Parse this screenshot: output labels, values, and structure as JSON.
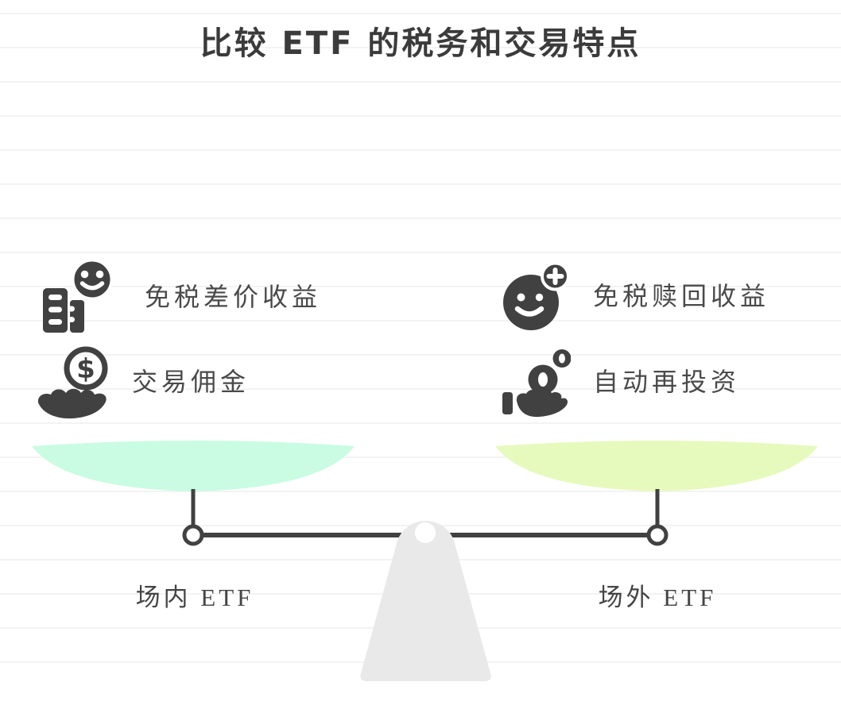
{
  "title": "比较 ETF 的税务和交易特点",
  "left_pan": {
    "label": "场内 ETF",
    "color": "#c9fce3",
    "items": [
      {
        "icon": "building-smiley-icon",
        "label": "免税差价收益"
      },
      {
        "icon": "dollar-coin-hand-icon",
        "label": "交易佣金"
      }
    ]
  },
  "right_pan": {
    "label": "场外 ETF",
    "color": "#e7fabe",
    "items": [
      {
        "icon": "smiley-plus-icon",
        "label": "免税赎回收益"
      },
      {
        "icon": "coins-hand-icon",
        "label": "自动再投资"
      }
    ]
  },
  "icons": {
    "dollar_sign": "$"
  },
  "colors": {
    "ink": "#414141",
    "fulcrum": "#e9e9e9",
    "ruled_line": "#f3f3f3",
    "left_pan_fill": "#c9fce3",
    "right_pan_fill": "#e7fabe"
  }
}
